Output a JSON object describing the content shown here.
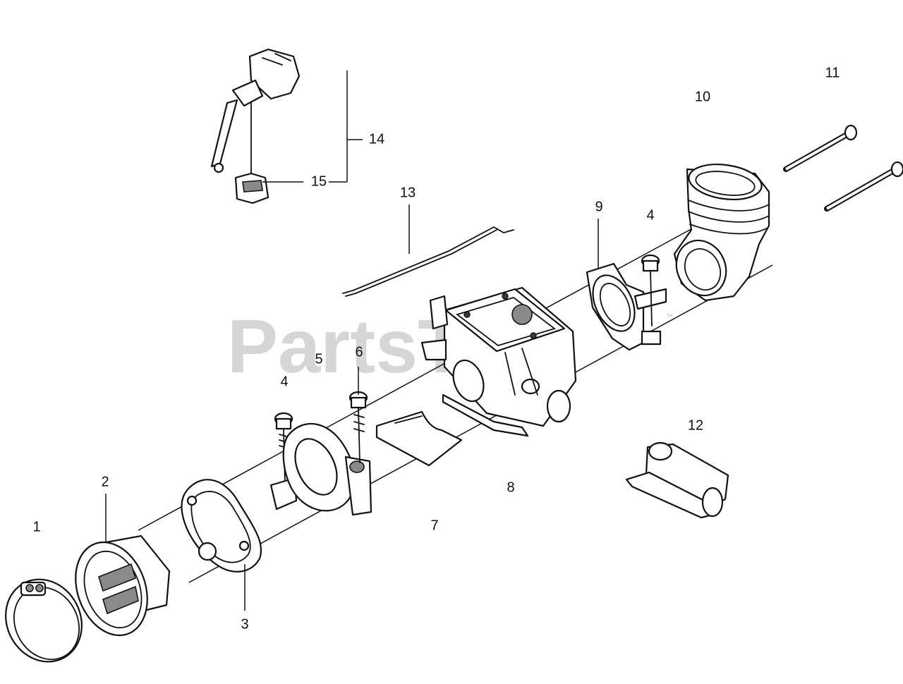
{
  "watermark": {
    "text": "PartsTree",
    "tm": "™"
  },
  "callouts": [
    {
      "id": "1",
      "label": "1"
    },
    {
      "id": "2",
      "label": "2"
    },
    {
      "id": "3",
      "label": "3"
    },
    {
      "id": "4a",
      "label": "4"
    },
    {
      "id": "4b",
      "label": "4"
    },
    {
      "id": "5",
      "label": "5"
    },
    {
      "id": "6",
      "label": "6"
    },
    {
      "id": "7",
      "label": "7"
    },
    {
      "id": "8",
      "label": "8"
    },
    {
      "id": "9",
      "label": "9"
    },
    {
      "id": "10",
      "label": "10"
    },
    {
      "id": "11",
      "label": "11"
    },
    {
      "id": "12",
      "label": "12"
    },
    {
      "id": "13",
      "label": "13"
    },
    {
      "id": "14",
      "label": "14"
    },
    {
      "id": "15",
      "label": "15"
    }
  ]
}
